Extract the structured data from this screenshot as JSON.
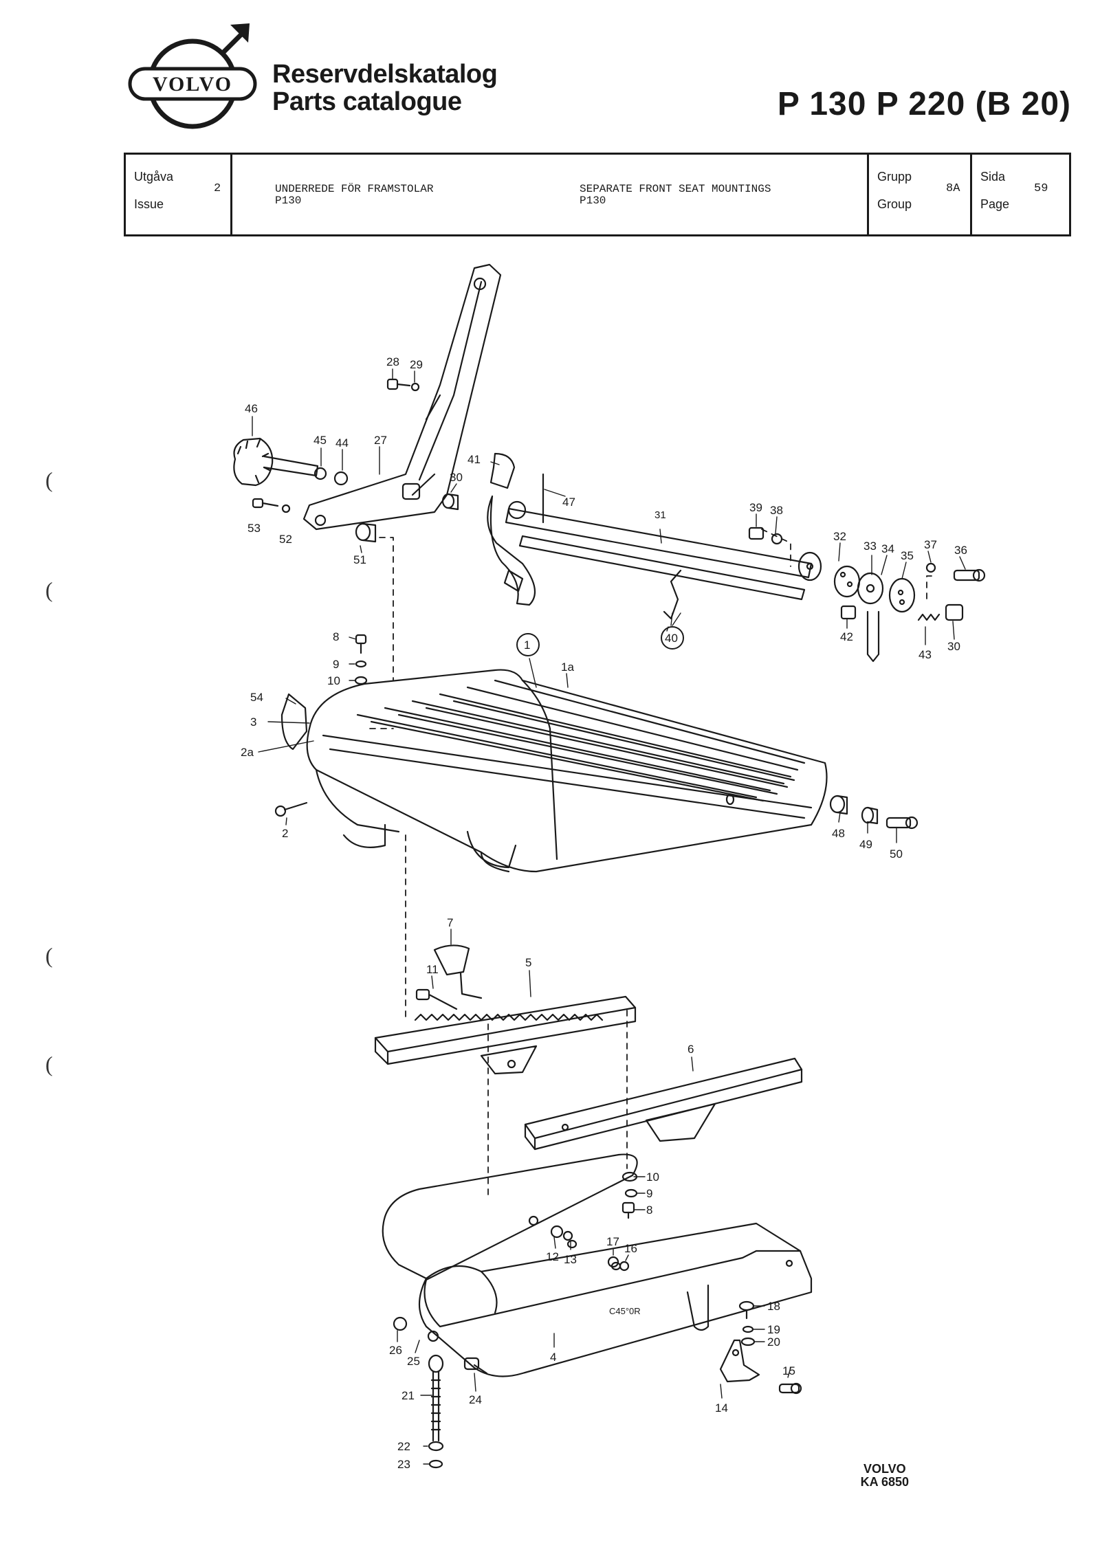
{
  "header": {
    "brand": "VOLVO",
    "title_sv": "Reservdelskatalog",
    "title_en": "Parts catalogue",
    "models": "P 130  P 220 (B 20)"
  },
  "info": {
    "issue_label_sv": "Utgåva",
    "issue_label_en": "Issue",
    "issue_value": "2",
    "desc_sv_1": "UNDERREDE FÖR FRAMSTOLAR",
    "desc_sv_2": "P130",
    "desc_en_1": "SEPARATE FRONT SEAT MOUNTINGS",
    "desc_en_2": "P130",
    "group_label_sv": "Grupp",
    "group_label_en": "Group",
    "group_value": "8A",
    "page_label_sv": "Sida",
    "page_label_en": "Page",
    "page_value": "59"
  },
  "callouts": {
    "c1": "1",
    "c1a": "1a",
    "c2": "2",
    "c2a": "2a",
    "c3": "3",
    "c4": "4",
    "c5": "5",
    "c6": "6",
    "c7": "7",
    "c8a": "8",
    "c8b": "8",
    "c9a": "9",
    "c9b": "9",
    "c10a": "10",
    "c10b": "10",
    "c11": "11",
    "c12": "12",
    "c13": "13",
    "c14": "14",
    "c15": "15",
    "c16": "16",
    "c17": "17",
    "c18": "18",
    "c19": "19",
    "c20": "20",
    "c21": "21",
    "c22": "22",
    "c23": "23",
    "c24": "24",
    "c25": "25",
    "c26": "26",
    "c27": "27",
    "c28": "28",
    "c29": "29",
    "c30a": "30",
    "c30b": "30",
    "c31": "31",
    "c32": "32",
    "c33": "33",
    "c34": "34",
    "c35": "35",
    "c36": "36",
    "c37": "37",
    "c38": "38",
    "c39": "39",
    "c40": "40",
    "c41": "41",
    "c42": "42",
    "c43": "43",
    "c44": "44",
    "c45": "45",
    "c46": "46",
    "c47": "47",
    "c48": "48",
    "c49": "49",
    "c50": "50",
    "c51": "51",
    "c52": "52",
    "c53": "53",
    "c54": "54"
  },
  "stamp": "C45°0R",
  "reference": {
    "line1": "VOLVO",
    "line2": "KA 6850"
  }
}
